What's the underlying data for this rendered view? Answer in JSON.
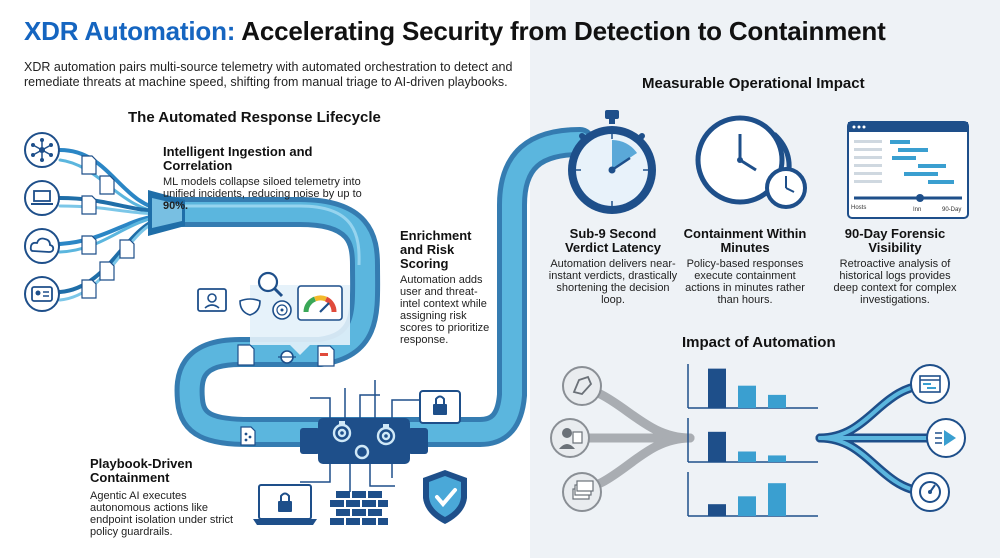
{
  "header": {
    "title_accent": "XDR Automation:",
    "title_rest": " Accelerating Security from Detection to Containment",
    "subtitle": "XDR automation pairs multi-source telemetry with automated orchestration to detect and remediate threats at machine speed, shifting from manual triage to AI-driven playbooks."
  },
  "lifecycle": {
    "heading": "The Automated Response Lifecycle",
    "steps": [
      {
        "title": "Intelligent Ingestion and Correlation",
        "body_pre": "ML models collapse siloed telemetry into unified incidents, reducing noise by up to ",
        "body_highlight": "90%."
      },
      {
        "title": "Enrichment and Risk Scoring",
        "body": "Automation adds user and threat-intel context while assigning risk scores to prioritize response."
      },
      {
        "title": "Playbook-Driven Containment",
        "body": "Agentic AI executes autonomous actions like endpoint isolation under strict policy guardrails."
      }
    ]
  },
  "impact": {
    "heading": "Measurable Operational Impact",
    "metrics": [
      {
        "title": "Sub-9 Second Verdict Latency",
        "body": "Automation delivers near-instant verdicts, drastically shortening the decision loop."
      },
      {
        "title": "Containment Within Minutes",
        "body": "Policy-based responses execute containment actions in minutes rather than hours."
      },
      {
        "title": "90-Day Forensic Visibility",
        "body": "Retroactive analysis of historical logs provides deep context for complex investigations."
      }
    ],
    "timeline_labels": {
      "left": "Hosts",
      "mid": "Inn",
      "right": "90-Day"
    }
  },
  "automation": {
    "heading": "Impact of Automation",
    "bar_rows": [
      {
        "values": [
          3.0,
          1.7,
          1.0
        ]
      },
      {
        "values": [
          2.3,
          0.8,
          0.5
        ]
      },
      {
        "values": [
          0.9,
          1.5,
          2.5
        ]
      }
    ]
  },
  "colors": {
    "accent": "#1565c0",
    "flow": "#3a9fd0",
    "flow_dark": "#1f6ea8",
    "navy": "#1e4f8a",
    "gray": "#a9adb2"
  },
  "icons": {
    "sources": [
      "network-hub-icon",
      "laptop-icon",
      "cloud-icon",
      "id-card-icon"
    ],
    "impact": [
      "stopwatch-icon",
      "clock-arrow-icon",
      "timeline-dashboard-icon"
    ],
    "automation_left": [
      "manual-process-icon",
      "analyst-icon",
      "document-stack-icon"
    ],
    "automation_right": [
      "dashboard-icon",
      "play-forward-icon",
      "speed-gauge-icon"
    ],
    "containment": [
      "shield-check-icon",
      "padlock-icon",
      "laptop-lock-icon",
      "firewall-icon"
    ]
  }
}
